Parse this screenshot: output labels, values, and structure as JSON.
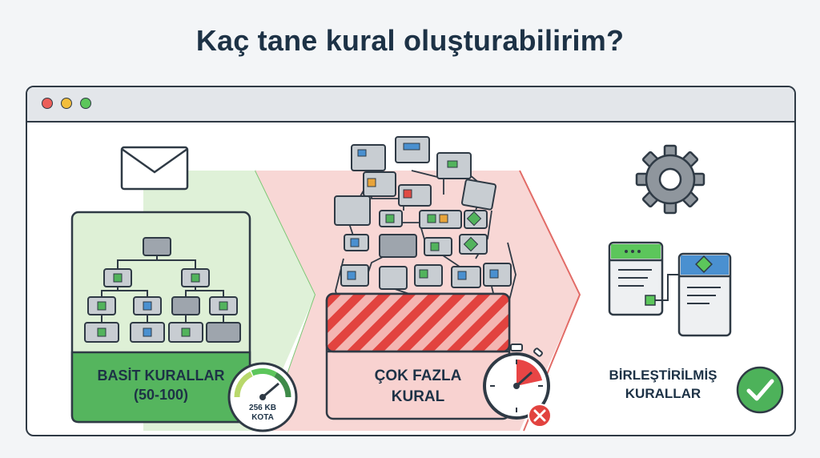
{
  "title": "Kaç tane kural oluşturabilirim?",
  "panels": {
    "simple": {
      "label_line1": "BASİT KURALLAR",
      "label_line2": "(50-100)",
      "gauge_line1": "256 KB",
      "gauge_line2": "KOTA",
      "gauge_level": 0.85
    },
    "complex": {
      "label_line1": "ÇOK FAZLA",
      "label_line2": "KURAL"
    },
    "merged": {
      "label_line1": "BİRLEŞTİRİLMİŞ",
      "label_line2": "KURALLAR"
    }
  },
  "icons": {
    "email": "envelope-icon",
    "gauge": "gauge-icon",
    "stopwatch": "stopwatch-icon",
    "error": "x-circle-icon",
    "gear": "gear-icon",
    "check": "check-circle-icon"
  },
  "colors": {
    "green_panel": "#dff1d8",
    "green_accent": "#4db25a",
    "red_panel": "#f8d2d0",
    "red_accent": "#e84545",
    "blue_accent": "#4a90d0",
    "outline": "#2f3a45"
  }
}
